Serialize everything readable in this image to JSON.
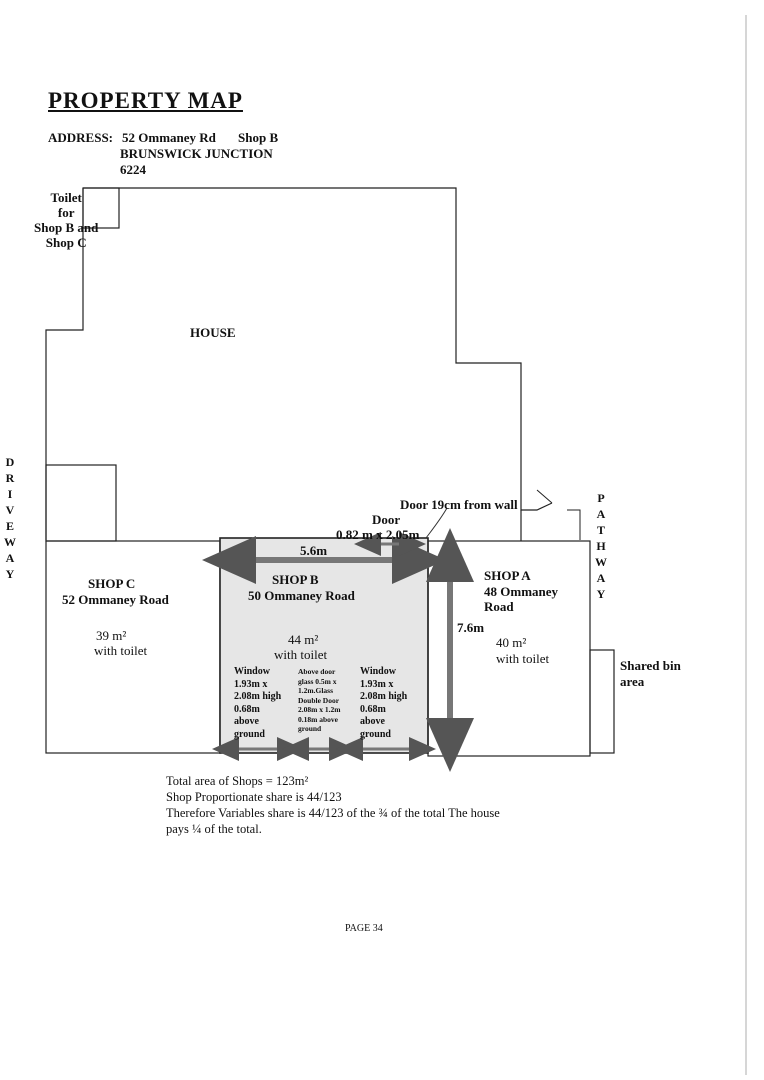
{
  "title": "PROPERTY MAP",
  "address": {
    "label": "ADDRESS:",
    "line1": "52 Ommaney Rd",
    "shop": "Shop B",
    "line2": "BRUNSWICK JUNCTION",
    "postcode": "6224"
  },
  "toilet_label": [
    "Toilet",
    "for",
    "Shop B and",
    "Shop C"
  ],
  "house_label": "HOUSE",
  "driveway_letters": [
    "D",
    "R",
    "I",
    "V",
    "E",
    "W",
    "A",
    "Y"
  ],
  "pathway_letters": [
    "P",
    "A",
    "T",
    "H",
    "W",
    "A",
    "Y"
  ],
  "door_notes": {
    "door_from_wall": "Door 19cm from wall",
    "door": "Door",
    "door_size": "0.82 m x 2.05m"
  },
  "shops": {
    "c": {
      "name": "SHOP C",
      "address": "52 Ommaney Road",
      "area": "39 m²",
      "toilet": "with toilet"
    },
    "b": {
      "name": "SHOP B",
      "address": "50 Ommaney Road",
      "area": "44 m²",
      "toilet": "with toilet",
      "width": "5.6m"
    },
    "a": {
      "name": "SHOP A",
      "address_line1": "48 Ommaney",
      "address_line2": "Road",
      "area": "40 m²",
      "toilet": "with toilet",
      "depth": "7.6m"
    }
  },
  "windows": {
    "left": [
      "Window",
      "1.93m x",
      "2.08m high",
      "0.68m",
      "above",
      "ground"
    ],
    "middle": [
      "Above door",
      "glass 0.5m x",
      "1.2m.Glass",
      "Double Door",
      "2.08m x 1.2m",
      "0.18m above",
      "ground"
    ],
    "right": [
      "Window",
      "1.93m x",
      "2.08m high",
      "0.68m",
      "above",
      "ground"
    ]
  },
  "bin_label": [
    "Shared bin",
    "area"
  ],
  "notes": [
    "Total area of Shops  =  123m²",
    "Shop Proportionate share is 44/123",
    "Therefore Variables share is 44/123 of the ¾ of the total  The house",
    "pays ¼ of the total."
  ],
  "page": "PAGE 34"
}
